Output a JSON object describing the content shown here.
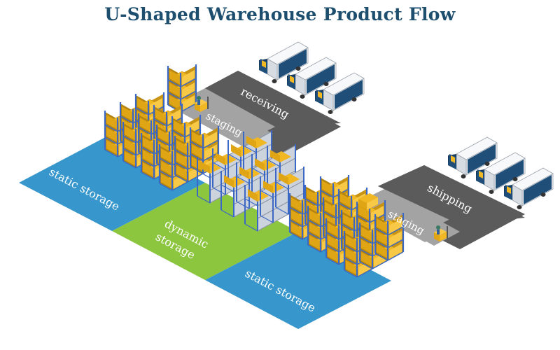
{
  "title": "U-Shaped Warehouse Product Flow",
  "zones": {
    "receiving": "receiving",
    "staging_top": "staging",
    "static_storage_left": "static storage",
    "dynamic_storage_line1": "dynamic",
    "dynamic_storage_line2": "storage",
    "static_storage_bottom": "static storage",
    "staging_right": "staging",
    "shipping": "shipping"
  },
  "colors": {
    "title": "#1d4e6e",
    "receiving_floor": "#5b5b5b",
    "shipping_floor": "#5b5b5b",
    "staging_floor": "#a3a3a3",
    "static_storage_floor": "#3797cc",
    "dynamic_storage_floor": "#8cc63f",
    "zone_text": "#ffffff",
    "truck_cab": "#1f4e79",
    "truck_box": "#e8ebef",
    "rack_frame": "#3a68c4",
    "goods": "#f2b823"
  },
  "icons": {
    "truck": "delivery-truck-icon",
    "forklift": "forklift-icon",
    "worker": "worker-icon",
    "rack": "pallet-rack-icon"
  }
}
